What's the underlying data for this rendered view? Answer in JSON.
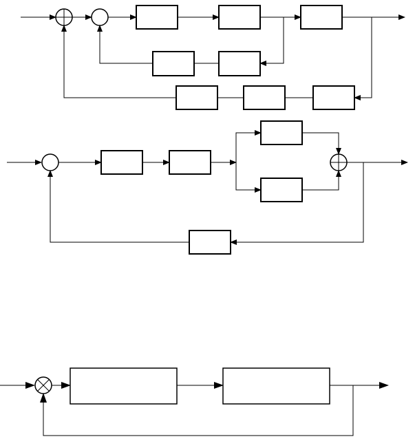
{
  "diagrams": [
    {
      "name": "block-diagram-1",
      "blocks": [
        "",
        "",
        "",
        "",
        "",
        "",
        "",
        ""
      ],
      "summing_junctions": 2
    },
    {
      "name": "block-diagram-2",
      "blocks": [
        "",
        "",
        "",
        "",
        ""
      ],
      "summing_junctions": 2
    },
    {
      "name": "block-diagram-3",
      "blocks": [
        "",
        ""
      ],
      "summing_junctions": 1,
      "multiplier_junction": true
    }
  ],
  "colors": {
    "line": "#000000",
    "background": "#ffffff"
  }
}
